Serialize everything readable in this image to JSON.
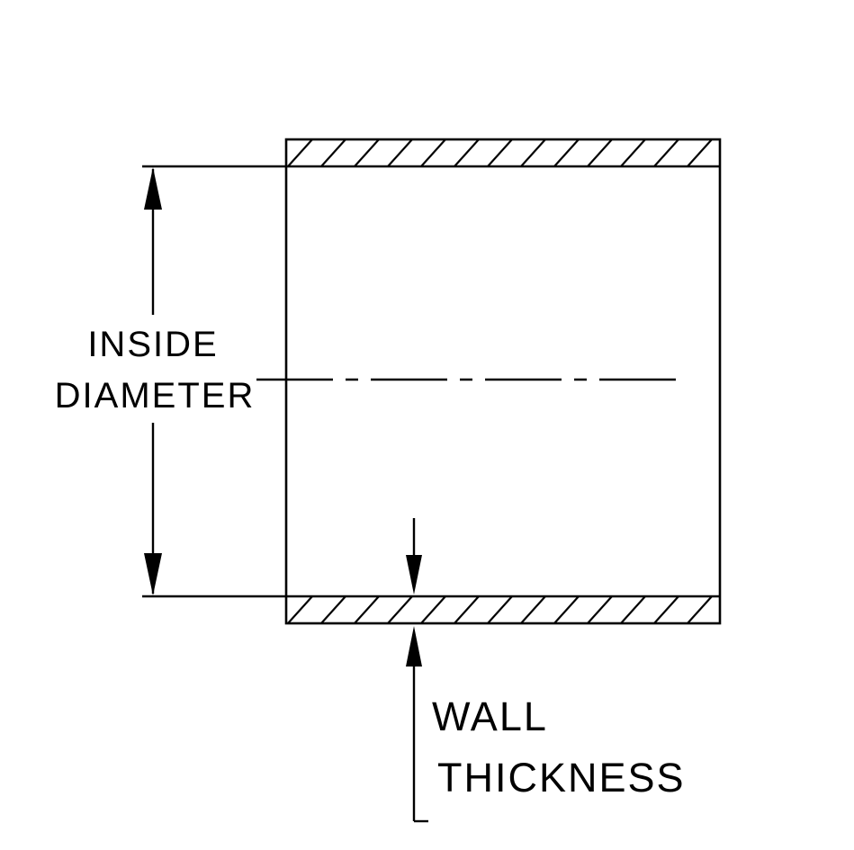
{
  "labels": {
    "inside_line1": "INSIDE",
    "inside_line2": "DIAMETER",
    "wall_line1": "WALL",
    "wall_line2": "THICKNESS"
  },
  "colors": {
    "line": "#000000",
    "background": "#ffffff"
  }
}
